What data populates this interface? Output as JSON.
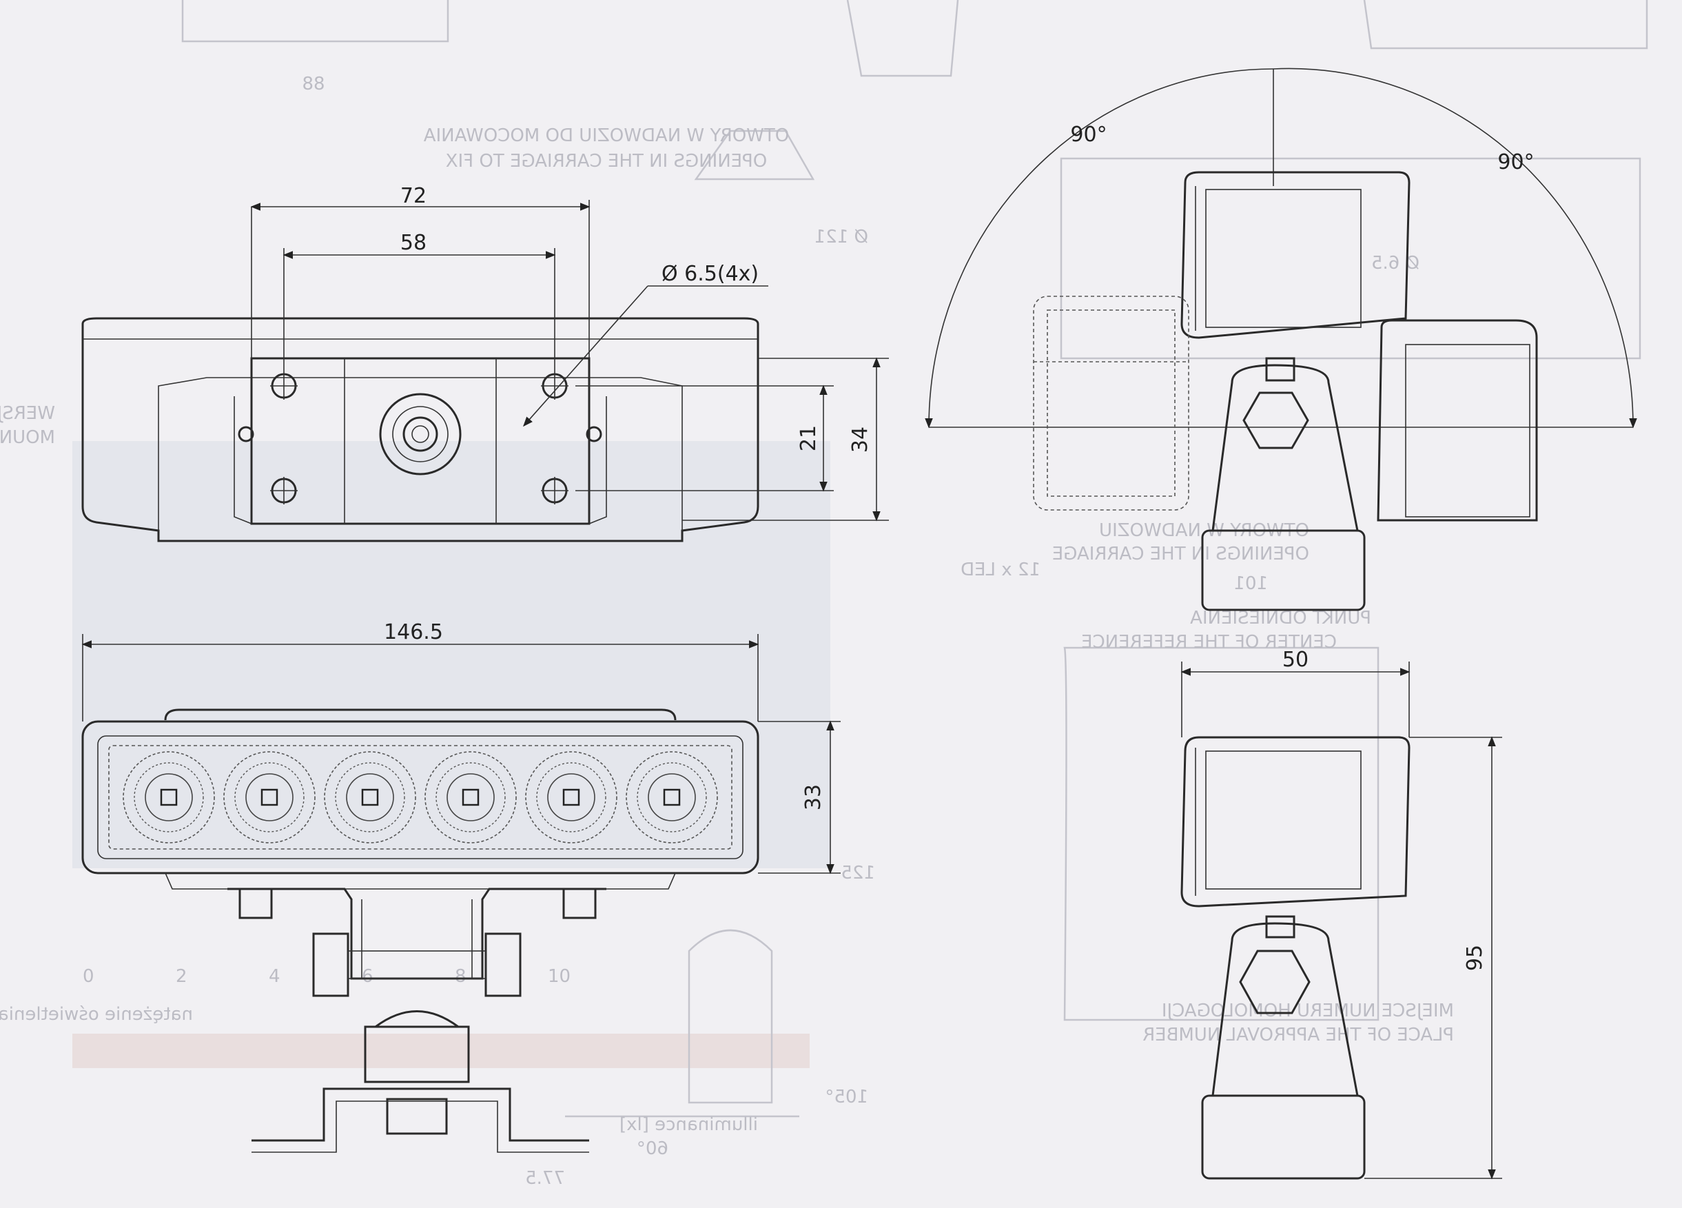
{
  "drawing": {
    "top_view": {
      "dim_total_width": "72",
      "dim_hole_spacing": "58",
      "dim_hole_diameter": "Ø 6.5(4x)",
      "dim_hole_vertical": "21",
      "dim_height": "34"
    },
    "front_view": {
      "dim_length": "146.5",
      "dim_height": "33",
      "led_count": 6
    },
    "side_view_rotation": {
      "angle_left": "90°",
      "angle_right": "90°"
    },
    "side_view": {
      "dim_width": "50",
      "dim_height": "95"
    },
    "background_bleed": {
      "heading_pl": "OTWORY W NADWOZIU DO MOCOWANIA",
      "heading_en": "OPENINGS IN THE CARRIAGE TO FIX",
      "dim_88": "88",
      "dim_121": "Ø 121",
      "dim_6_5": "Ø 6.5",
      "dim_101": "101",
      "dim_125": "125",
      "dim_105": "105°",
      "dim_60": "60°",
      "dim_77_5": "77.5",
      "led_label": "12 x LED",
      "mount_label_pl": "WERSJA MOCOWANIA",
      "mount_label_en": "MOUNTING VERSION",
      "ref_pl": "PUNKT ODNIESIENIA",
      "ref_en": "CENTER OF THE REFERENCE",
      "approval_pl": "MIEJSCE NUMERU HOMOLOGACJI",
      "approval_en": "PLACE OF THE APPROVAL NUMBER",
      "openings_right": "OPENINGS IN THE CARRIAGE",
      "holes_1": "OTWORY W NADWOZIU",
      "axis_label_left": "natężenie oświetlenia [lx]",
      "axis_label_right": "illuminance [lx]"
    }
  }
}
